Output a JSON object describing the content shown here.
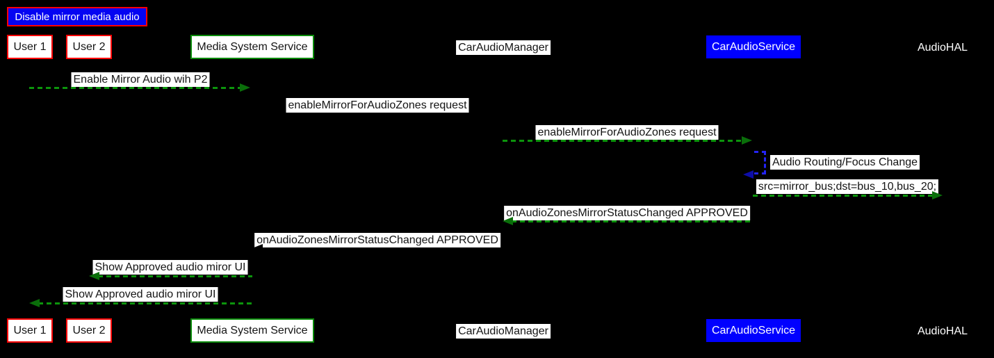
{
  "diagram": {
    "title": "Disable mirror media audio",
    "participants": [
      {
        "id": "user1",
        "label": "User 1"
      },
      {
        "id": "user2",
        "label": "User 2"
      },
      {
        "id": "media-system-service",
        "label": "Media System Service"
      },
      {
        "id": "car-audio-manager",
        "label": "CarAudioManager"
      },
      {
        "id": "car-audio-service",
        "label": "CarAudioService"
      },
      {
        "id": "audio-hal",
        "label": "AudioHAL"
      }
    ],
    "messages": [
      {
        "from": "User 1",
        "to": "Media System Service",
        "label": "Enable Mirror Audio wih P2",
        "arrow": "green-dashed-right"
      },
      {
        "from": "Media System Service",
        "to": "CarAudioManager",
        "label": "enableMirrorForAudioZones request",
        "arrow": "hidden-right"
      },
      {
        "from": "CarAudioManager",
        "to": "CarAudioService",
        "label": "enableMirrorForAudioZones request",
        "arrow": "green-dashed-right"
      },
      {
        "from": "CarAudioService",
        "to": "CarAudioService",
        "label": "Audio Routing/Focus Change",
        "arrow": "blue-dashed-self-loop"
      },
      {
        "from": "CarAudioService",
        "to": "AudioHAL",
        "label": "src=mirror_bus;dst=bus_10,bus_20;",
        "arrow": "green-dashed-right"
      },
      {
        "from": "CarAudioService",
        "to": "CarAudioManager",
        "label": "onAudioZonesMirrorStatusChanged APPROVED",
        "arrow": "green-dashed-left"
      },
      {
        "from": "CarAudioManager",
        "to": "Media System Service",
        "label": "onAudioZonesMirrorStatusChanged APPROVED",
        "arrow": "hidden-left"
      },
      {
        "from": "Media System Service",
        "to": "User 2",
        "label": "Show Approved audio miror UI",
        "arrow": "green-dashed-left"
      },
      {
        "from": "Media System Service",
        "to": "User 1",
        "label": "Show Approved audio miror UI",
        "arrow": "green-dashed-left"
      }
    ],
    "colors": {
      "background": "#000000",
      "arrow_green_dash": "#0c940c",
      "arrow_green_head": "#0a6e0a",
      "self_arrow_blue": "#2424f5",
      "title_fill": "#0404f2",
      "title_border": "#ff0000",
      "user_box_border": "#ff0000",
      "media_service_border": "#0a8a0a",
      "car_audio_service_fill": "#0000ff",
      "label_background": "#ffffff"
    }
  }
}
